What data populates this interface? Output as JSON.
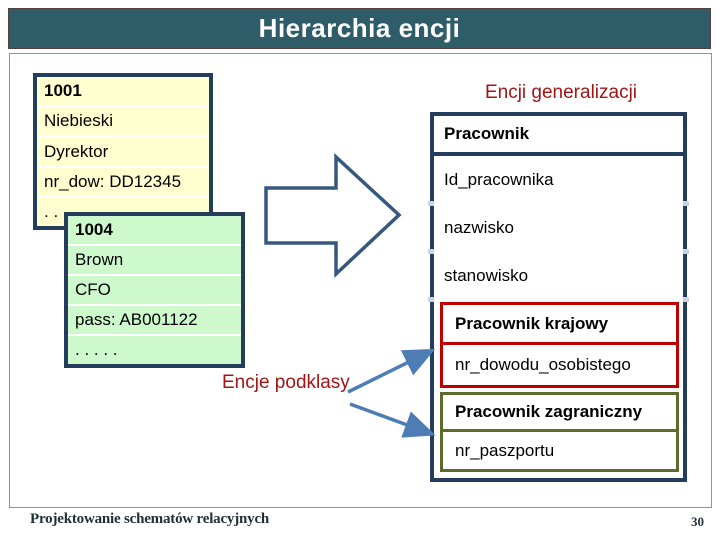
{
  "slide": {
    "title": "Hierarchia encji",
    "footer_left": "Projektowanie schematów relacyjnych",
    "page_number": "30"
  },
  "labels": {
    "generalization": "Encji generalizacji",
    "subclasses": "Encje podklasy"
  },
  "instance_yellow": {
    "rows": [
      "1001",
      "Niebieski",
      "Dyrektor",
      "nr_dow: DD12345",
      ". ."
    ]
  },
  "instance_green": {
    "rows": [
      "1004",
      "Brown",
      "CFO",
      "pass: AB001122",
      ". . . . ."
    ]
  },
  "entity_table": {
    "header": "Pracownik",
    "attributes": [
      "Id_pracownika",
      "nazwisko",
      "stanowisko"
    ],
    "subclass_red": {
      "header": "Pracownik krajowy",
      "attribute": "nr_dowodu_osobistego"
    },
    "subclass_olive": {
      "header": "Pracownik zagraniczny",
      "attribute": "nr_paszportu"
    }
  },
  "colors": {
    "title_bar_bg": "#2E5C68",
    "table_border_navy": "#243D5C",
    "yellow_bg": "#FFFFCF",
    "green_bg": "#CDF9CD",
    "red_border": "#C00000",
    "olive_border": "#5E6C2B",
    "red_text": "#A31515",
    "connector_blue": "#4E7DB5",
    "footer_text": "#1E2F3A"
  }
}
